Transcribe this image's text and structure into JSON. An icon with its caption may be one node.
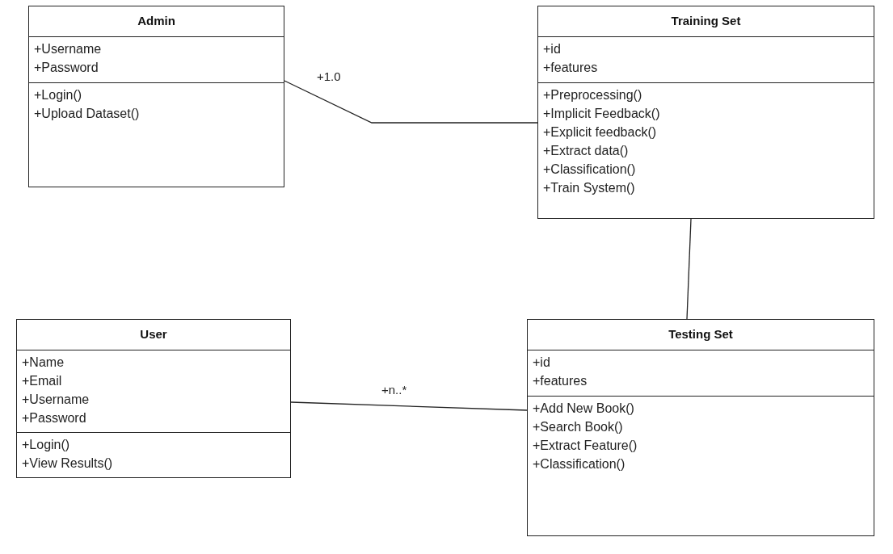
{
  "diagram": {
    "nodes": [
      {
        "text": [
          "Admin"
        ]
      },
      {
        "text": [
          "+Username",
          "+Password"
        ],
        "in": 0
      },
      {
        "text": [
          "+Login()",
          "+Upload Dataset()"
        ],
        "in": 0
      },
      {
        "text": [
          "Training Set"
        ]
      },
      {
        "text": [
          "+id",
          "+features"
        ],
        "in": 3
      },
      {
        "text": [
          "+Preprocessing()",
          "+Implicit Feedback()",
          "+Explicit feedback()",
          "+Extract data()",
          "+Classification()",
          "+Train System()"
        ],
        "in": 3
      },
      {
        "text": [
          "User"
        ]
      },
      {
        "text": [
          "+Name",
          "+Email",
          "+Username",
          "+Password"
        ],
        "in": 6
      },
      {
        "text": [
          "+Login()",
          "+View Results()"
        ],
        "in": 6
      },
      {
        "text": [
          "Testing Set"
        ]
      },
      {
        "text": [
          "+id",
          "+features"
        ],
        "in": 9
      },
      {
        "text": [
          "+Add New Book()",
          "+Search Book()",
          "+Extract Feature()",
          "+Classification()"
        ],
        "in": 9
      }
    ],
    "edges": [
      {
        "from": 0,
        "to": 3,
        "arrow": "none",
        "label": "+1.0"
      },
      {
        "from": 3,
        "to": 9,
        "arrow": "none"
      },
      {
        "from": 6,
        "to": 9,
        "arrow": "none",
        "label": "+n..*"
      }
    ]
  }
}
